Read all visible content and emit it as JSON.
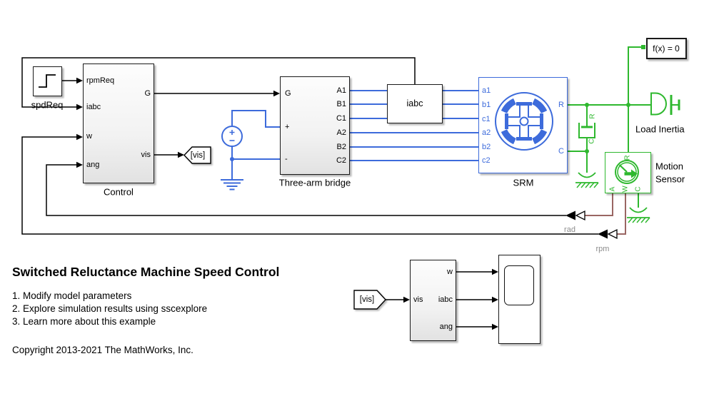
{
  "colors": {
    "electrical": "#3D6BDB",
    "mechanical": "#2EB82E",
    "physical": "#9A6663",
    "wire": "#000000",
    "label_gray": "#8C8C8C"
  },
  "blocks": {
    "spdreq": {
      "label": "spdReq"
    },
    "control": {
      "label": "Control",
      "in": [
        "rpmReq",
        "iabc",
        "w",
        "ang"
      ],
      "out": [
        "G",
        "vis"
      ]
    },
    "goto_vis": {
      "label": "[vis]"
    },
    "bridge": {
      "label": "Three-arm bridge",
      "gate": "G",
      "plus": "+",
      "minus": "-",
      "out": [
        "A1",
        "B1",
        "C1",
        "A2",
        "B2",
        "C2"
      ]
    },
    "iabc_sensor": {
      "label": "iabc"
    },
    "srm": {
      "label": "SRM",
      "in": [
        "a1",
        "b1",
        "c1",
        "a2",
        "b2",
        "c2"
      ],
      "rotor": "R",
      "case": "C"
    },
    "damper": {
      "rotor": "R",
      "case": "C"
    },
    "solver": {
      "label": "f(x) = 0"
    },
    "load_inertia": {
      "label": "Load Inertia"
    },
    "motion_sensor": {
      "label1": "Motion",
      "label2": "Sensor",
      "top": "R",
      "bottom": [
        "A",
        "W",
        "C"
      ]
    },
    "from_vis": {
      "label": "[vis]"
    },
    "viewer": {
      "in": "vis",
      "out": [
        "w",
        "iabc",
        "ang"
      ]
    }
  },
  "signal_labels": {
    "rad": "rad",
    "rpm": "rpm"
  },
  "annotation": {
    "title": "Switched Reluctance Machine Speed Control",
    "steps": [
      "1. Modify model parameters",
      "2. Explore simulation results using sscexplore",
      "3. Learn more about this example"
    ],
    "copyright": "Copyright 2013-2021 The MathWorks, Inc."
  },
  "icons": {
    "spdreq": "step-icon",
    "source": "dc-voltage-source-icon",
    "ground": "electrical-reference-icon",
    "mech_ground": "mechanical-reference-icon",
    "damper": "rotational-damper-icon",
    "srm": "motor-cross-section-icon",
    "inertia": "inertia-shaft-icon",
    "gauge": "gauge-icon",
    "scope": "scope-display",
    "converter": "ps-simulink-converter-icon"
  }
}
